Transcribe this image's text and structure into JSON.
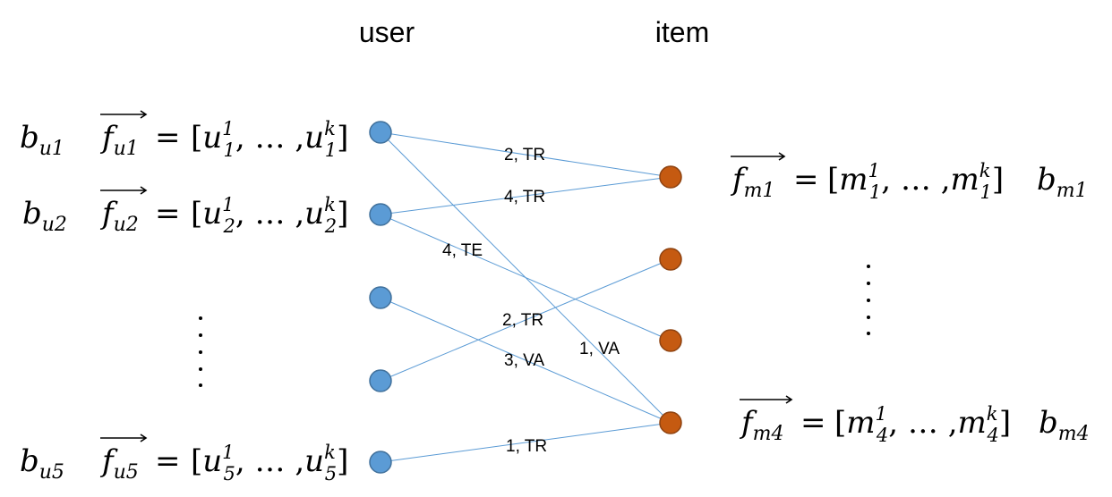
{
  "headers": {
    "user": "user",
    "item": "item"
  },
  "users": [
    {
      "bias": {
        "base": "b",
        "sub": "u1"
      },
      "vec": {
        "base": "f",
        "sub": "u1"
      },
      "elem": "u",
      "sub": "1",
      "sup1": "1",
      "supk": "k"
    },
    {
      "bias": {
        "base": "b",
        "sub": "u2"
      },
      "vec": {
        "base": "f",
        "sub": "u2"
      },
      "elem": "u",
      "sub": "2",
      "sup1": "1",
      "supk": "k"
    },
    {
      "bias": {
        "base": "b",
        "sub": "u5"
      },
      "vec": {
        "base": "f",
        "sub": "u5"
      },
      "elem": "u",
      "sub": "5",
      "sup1": "1",
      "supk": "k"
    }
  ],
  "items": [
    {
      "bias": {
        "base": "b",
        "sub": "m1"
      },
      "vec": {
        "base": "f",
        "sub": "m1"
      },
      "elem": "m",
      "sub": "1",
      "sup1": "1",
      "supk": "k"
    },
    {
      "bias": {
        "base": "b",
        "sub": "m4"
      },
      "vec": {
        "base": "f",
        "sub": "m4"
      },
      "elem": "m",
      "sub": "4",
      "sup1": "1",
      "supk": "k"
    }
  ],
  "symbols": {
    "equals": "=",
    "open": "[",
    "close": "]",
    "ellipsis": ", … ,"
  },
  "edges": [
    {
      "from": "user-1",
      "to": "item-1",
      "label": "2, TR"
    },
    {
      "from": "user-2",
      "to": "item-1",
      "label": "4, TR"
    },
    {
      "from": "user-2",
      "to": "item-3",
      "label": "4, TE"
    },
    {
      "from": "user-4",
      "to": "item-2",
      "label": "2, TR"
    },
    {
      "from": "user-3",
      "to": "item-4",
      "label": "3, VA"
    },
    {
      "from": "user-1",
      "to": "item-4",
      "label": "1, VA"
    },
    {
      "from": "user-5",
      "to": "item-4",
      "label": "1, TR"
    }
  ],
  "colors": {
    "user_node": "#5b9bd5",
    "item_node": "#c55a11",
    "edge": "#5b9bd5"
  }
}
